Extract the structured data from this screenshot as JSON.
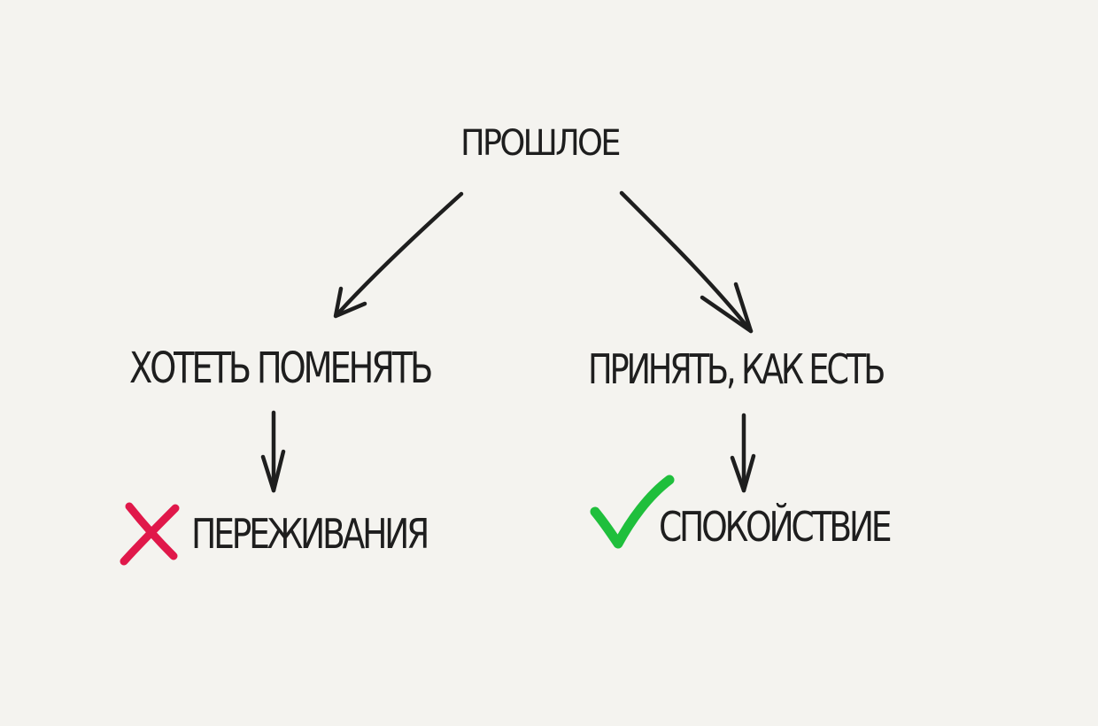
{
  "diagram": {
    "root": {
      "label": "ПРОШЛОЕ"
    },
    "left_branch": {
      "label": "ХОТЕТЬ ПОМЕНЯТЬ",
      "result": {
        "label": "ПЕРЕЖИВАНИЯ",
        "icon": "cross-icon",
        "color": "#e0184a"
      }
    },
    "right_branch": {
      "label": "ПРИНЯТЬ, КАК ЕСТЬ",
      "result": {
        "label": "СПОКОЙСТВИЕ",
        "icon": "checkmark-icon",
        "color": "#1fbf3c"
      }
    },
    "colors": {
      "background": "#f4f3ef",
      "ink": "#1e1e1e"
    }
  }
}
